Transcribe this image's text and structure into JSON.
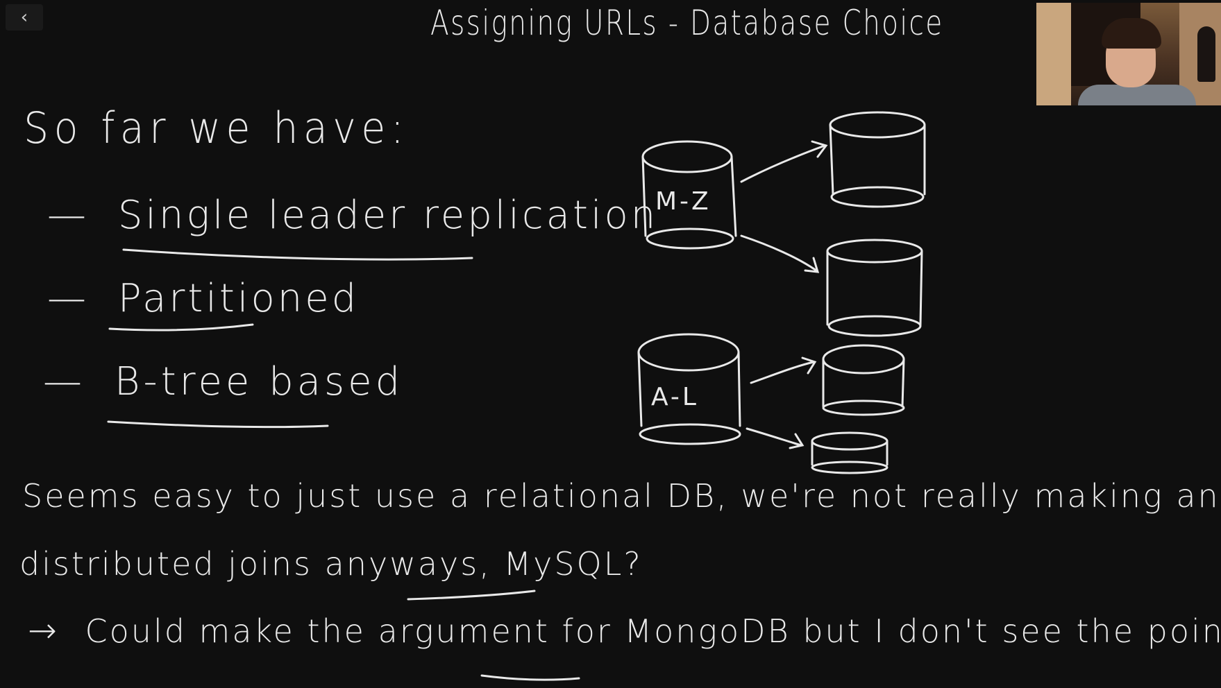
{
  "controls": {
    "back_icon": "‹"
  },
  "slide": {
    "title": "Assigning URLs - Database Choice",
    "heading": "So far we have:",
    "bullets": [
      {
        "dash": "—",
        "text": "Single leader replication"
      },
      {
        "dash": "—",
        "text": "Partitioned"
      },
      {
        "dash": "—",
        "text": "B-tree based"
      }
    ],
    "paragraph_line1": "Seems easy to just use a relational DB, we're not really making any",
    "paragraph_line2": "distributed joins anyways, MySQL?",
    "arrow_symbol": "→",
    "conclusion": "Could make the argument for MongoDB but I don't see the point"
  },
  "diagram": {
    "shard_labels": [
      "M-Z",
      "A-L"
    ]
  },
  "colors": {
    "background": "#0f0f0f",
    "ink": "#e9e9e9"
  }
}
